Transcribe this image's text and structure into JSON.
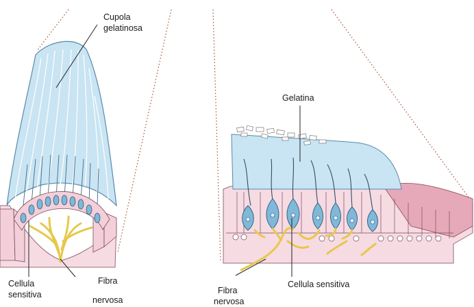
{
  "labels": {
    "cupola_line1": "Cupola",
    "cupola_line2": "gelatinosa",
    "gelatina": "Gelatina",
    "cellula_left_line1": "Cellula",
    "cellula_left_line2": "sensitiva",
    "fibra_left_line1": "Fibra",
    "fibra_left_line2": "nervosa",
    "fibra_right_line1": "Fibra",
    "fibra_right_line2": "nervosa",
    "cellula_right": "Cellula sensitiva"
  },
  "colors": {
    "gel": "#c9e4f2",
    "gel_stroke": "#5a8aa8",
    "epithelium": "#f3d3dc",
    "epithelium_stroke": "#7a4a5a",
    "hair_cell": "#7fb8d8",
    "nerve": "#f2e58a",
    "nerve_stroke": "#b89a30",
    "guide_dots": "#a0522d"
  }
}
